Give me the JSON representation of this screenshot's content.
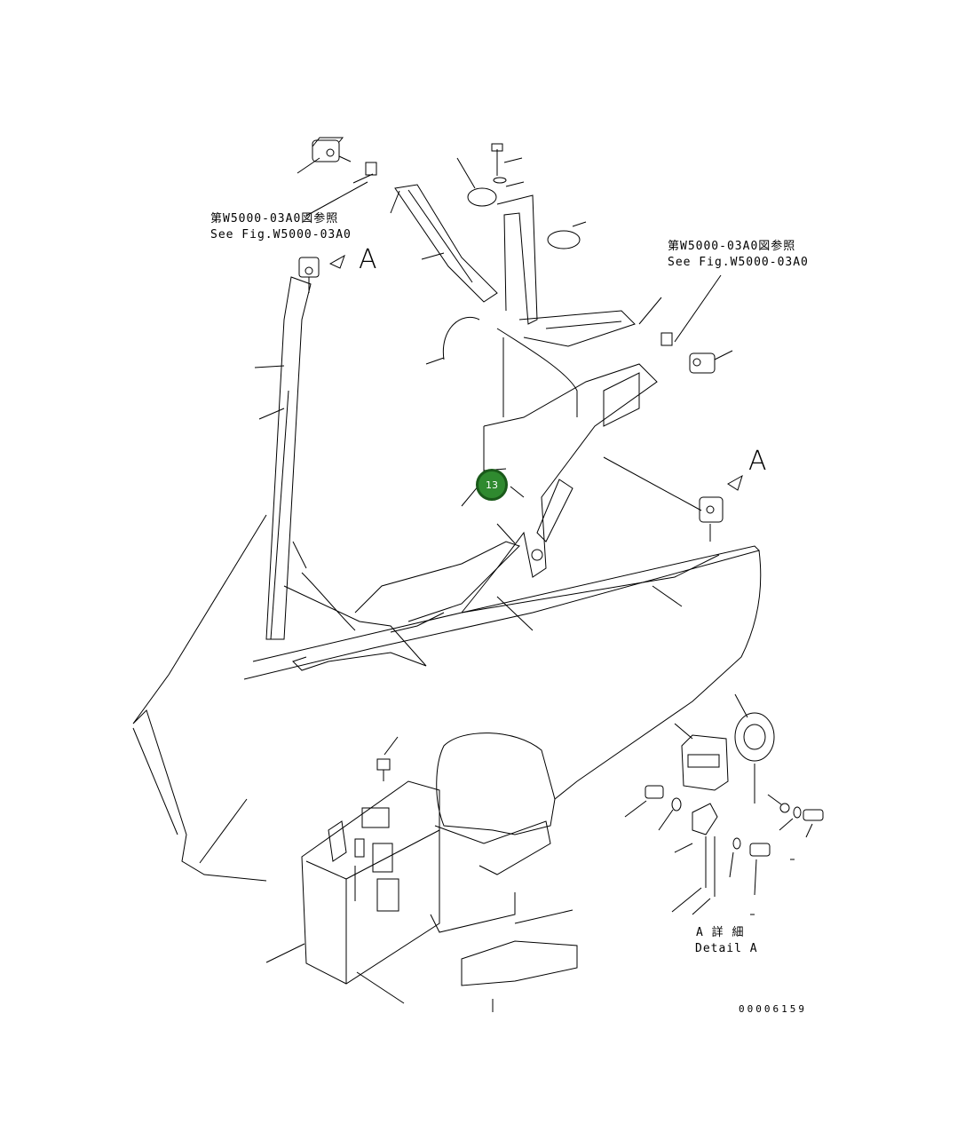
{
  "reference_left": {
    "jp": "第W5000-03A0図参照",
    "en": "See Fig.W5000-03A0"
  },
  "reference_right": {
    "jp": "第W5000-03A0図参照",
    "en": "See Fig.W5000-03A0"
  },
  "view_marker_left": "A",
  "view_marker_right": "A",
  "callout": {
    "number": "13",
    "color": "#2f8a2f"
  },
  "detail": {
    "jp": "A 詳 細",
    "en": "Detail A"
  },
  "drawing_number": "00006159"
}
